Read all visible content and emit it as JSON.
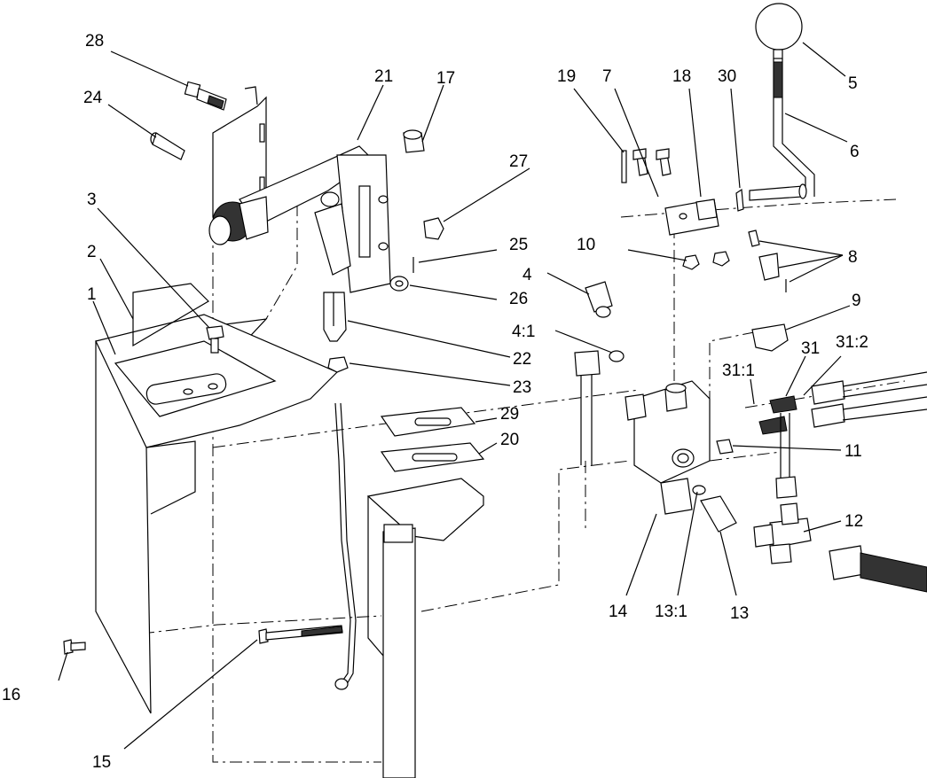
{
  "callouts": {
    "c1": "1",
    "c2": "2",
    "c3": "3",
    "c4": "4",
    "c4_1": "4:1",
    "c5": "5",
    "c6": "6",
    "c7": "7",
    "c8": "8",
    "c9": "9",
    "c10": "10",
    "c11": "11",
    "c12": "12",
    "c13": "13",
    "c13_1": "13:1",
    "c14": "14",
    "c15": "15",
    "c16": "16",
    "c17": "17",
    "c18": "18",
    "c19": "19",
    "c20": "20",
    "c21": "21",
    "c22": "22",
    "c23": "23",
    "c24": "24",
    "c25": "25",
    "c26": "26",
    "c27": "27",
    "c28": "28",
    "c29": "29",
    "c30": "30",
    "c31": "31",
    "c31_1": "31:1",
    "c31_2": "31:2"
  }
}
